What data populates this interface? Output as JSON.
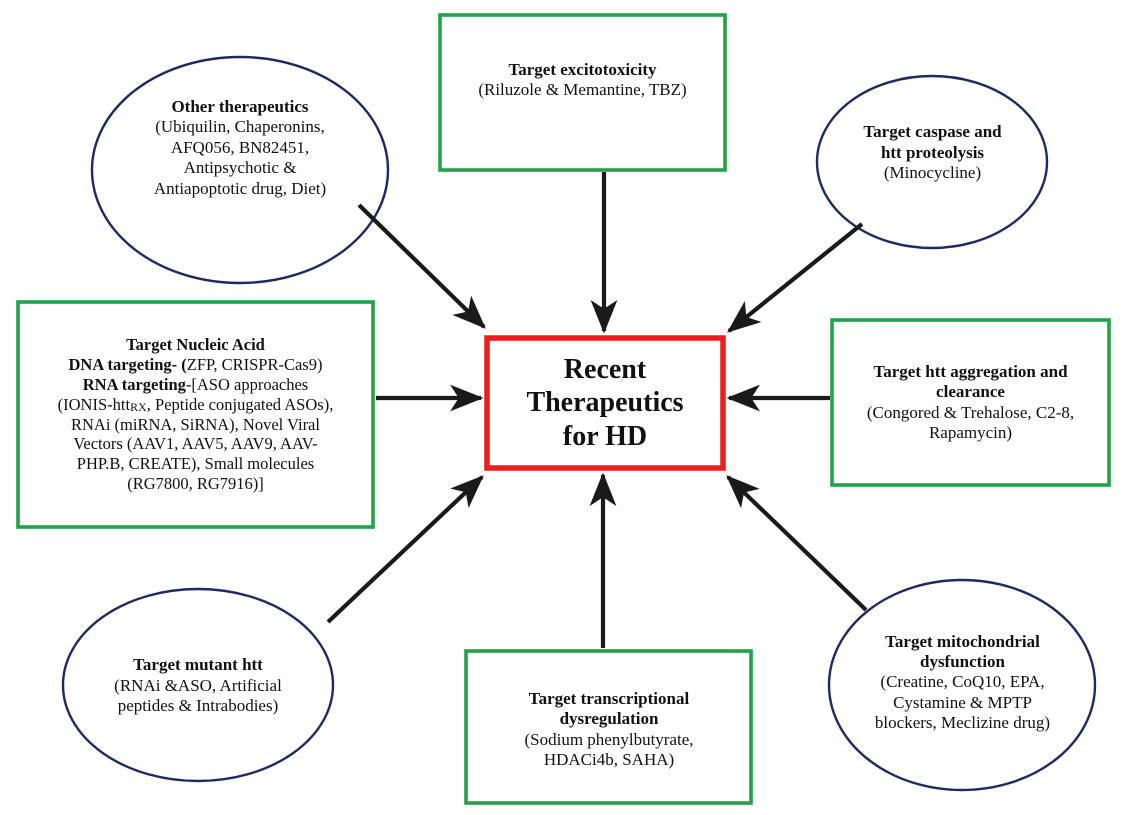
{
  "diagram": {
    "title": "Recent Therapeutics for HD",
    "colors": {
      "green_box_border": "#22a24a",
      "red_box_border": "#ee1c1c",
      "ellipse_border": "#1d2a63",
      "arrow": "#1a1a1a",
      "text": "#111111",
      "background": "#ffffff"
    }
  },
  "center": {
    "shape": "rectangle",
    "border_color": "#ee1c1c",
    "lines": [
      "Recent",
      "Therapeutics",
      "for HD"
    ]
  },
  "nodes": [
    {
      "id": "other-therapeutics",
      "shape": "ellipse",
      "border_color": "#1d2a63",
      "heading": "Other therapeutics",
      "lines": [
        "(Ubiquilin, Chaperonins,",
        "AFQ056, BN82451,",
        "Antipsychotic &",
        "Antiapoptotic drug, Diet)"
      ]
    },
    {
      "id": "target-excitotoxicity",
      "shape": "rectangle",
      "border_color": "#22a24a",
      "heading": "Target excitotoxicity",
      "lines": [
        "(Riluzole & Memantine, TBZ)"
      ]
    },
    {
      "id": "target-caspase",
      "shape": "ellipse",
      "border_color": "#1d2a63",
      "heading_lines": [
        "Target caspase and",
        "htt proteolysis"
      ],
      "lines": [
        "(Minocycline)"
      ]
    },
    {
      "id": "target-nucleic-acid",
      "shape": "rectangle",
      "border_color": "#22a24a",
      "heading": "Target Nucleic Acid",
      "sub_headings": [
        {
          "bold": "DNA targeting- (",
          "rest": "ZFP, CRISPR-Cas9)"
        },
        {
          "bold": "RNA targeting",
          "rest": "-[ASO approaches"
        }
      ],
      "lines": [
        "(IONIS-htt",
        "RX",
        ", Peptide conjugated ASOs),",
        "RNAi  (miRNA, SiRNA),  Novel Viral",
        "Vectors (AAV1, AAV5, AAV9, AAV-",
        "PHP.B, CREATE), Small molecules",
        "(RG7800, RG7916)]"
      ]
    },
    {
      "id": "target-htt-aggregation",
      "shape": "rectangle",
      "border_color": "#22a24a",
      "heading_lines": [
        "Target htt aggregation and",
        "clearance"
      ],
      "lines": [
        "(Congored & Trehalose, C2-8,",
        "Rapamycin)"
      ]
    },
    {
      "id": "target-mutant-htt",
      "shape": "ellipse",
      "border_color": "#1d2a63",
      "heading": "Target mutant htt",
      "lines": [
        "(RNAi &ASO, Artificial",
        "peptides & Intrabodies)"
      ]
    },
    {
      "id": "target-transcriptional-dysregulation",
      "shape": "rectangle",
      "border_color": "#22a24a",
      "heading_lines": [
        "Target transcriptional",
        "dysregulation"
      ],
      "lines": [
        "(Sodium phenylbutyrate,",
        "HDACi4b, SAHA)"
      ]
    },
    {
      "id": "target-mitochondrial-dysfunction",
      "shape": "ellipse",
      "border_color": "#1d2a63",
      "heading_lines": [
        "Target mitochondrial",
        "dysfunction"
      ],
      "lines": [
        "(Creatine, CoQ10, EPA,",
        "Cystamine & MPTP",
        "blockers, Meclizine drug)"
      ]
    }
  ],
  "arrows": [
    {
      "id": "arrow-other-therapeutics-to-center",
      "from": "other-therapeutics",
      "to": "center",
      "direction": "down-right"
    },
    {
      "id": "arrow-excitotoxicity-to-center",
      "from": "target-excitotoxicity",
      "to": "center",
      "direction": "down"
    },
    {
      "id": "arrow-caspase-to-center",
      "from": "target-caspase",
      "to": "center",
      "direction": "down-left"
    },
    {
      "id": "arrow-nucleic-acid-to-center",
      "from": "target-nucleic-acid",
      "to": "center",
      "direction": "right"
    },
    {
      "id": "arrow-htt-aggregation-to-center",
      "from": "target-htt-aggregation",
      "to": "center",
      "direction": "left"
    },
    {
      "id": "arrow-mutant-htt-to-center",
      "from": "target-mutant-htt",
      "to": "center",
      "direction": "up-right"
    },
    {
      "id": "arrow-transcriptional-to-center",
      "from": "target-transcriptional-dysregulation",
      "to": "center",
      "direction": "up"
    },
    {
      "id": "arrow-mitochondrial-to-center",
      "from": "target-mitochondrial-dysfunction",
      "to": "center",
      "direction": "up-left"
    }
  ]
}
